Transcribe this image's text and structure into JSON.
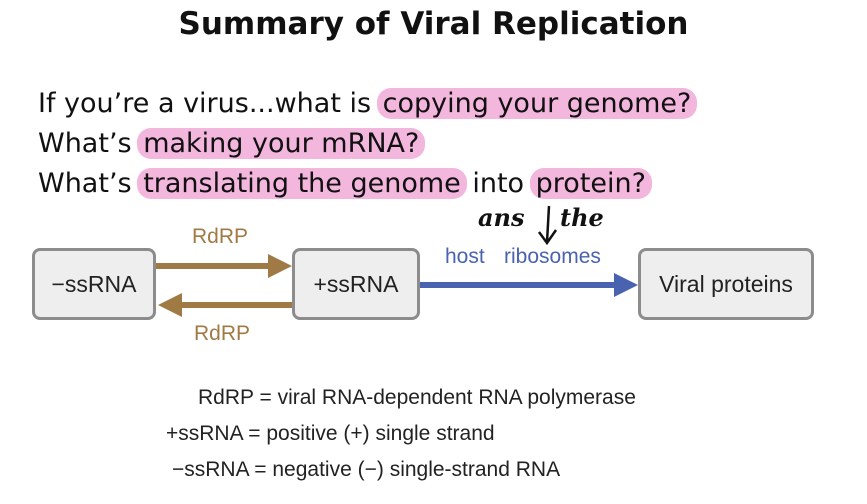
{
  "title": "Summary of Viral Replication",
  "questions": {
    "q1_prefix": "If you’re a virus...what is ",
    "q1_highlight": "copying your genome?",
    "q2_prefix": "What’s ",
    "q2_highlight": "making your mRNA?",
    "q3_prefix": "What’s ",
    "q3_highlight_a": "translating the genome",
    "q3_middle": " into ",
    "q3_highlight_b": "protein?"
  },
  "diagram": {
    "box_minus": "−ssRNA",
    "box_plus": "+ssRNA",
    "box_proteins": "Viral proteins",
    "arrow_top_label": "RdRP",
    "arrow_bottom_label": "RdRP",
    "host_label": "host",
    "ribosomes_label": "ribosomes"
  },
  "handwriting": {
    "ans": "ans",
    "the": "the"
  },
  "legend": {
    "line1": "RdRP = viral RNA-dependent RNA polymerase",
    "line2": "+ssRNA = positive (+) single strand",
    "line3": "−ssRNA = negative (−) single-strand RNA"
  },
  "colors": {
    "highlight": "#f3b6dc",
    "rdrp_arrow": "#a07a44",
    "ribosome_arrow": "#4a63b0"
  }
}
